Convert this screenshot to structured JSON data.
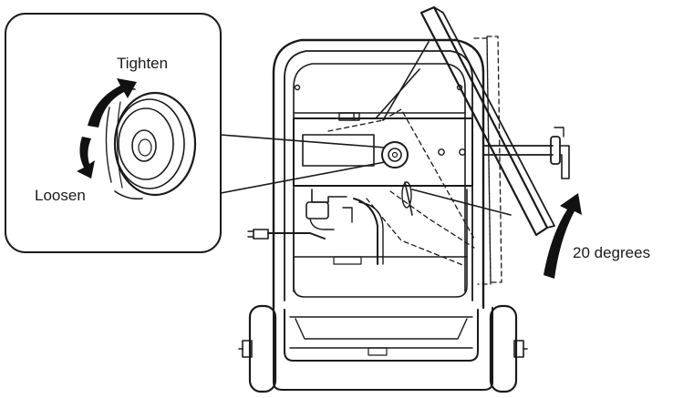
{
  "labels": {
    "tighten": "Tighten",
    "loosen": "Loosen",
    "angle": "20 degrees"
  },
  "colors": {
    "line": "#1a1a1a",
    "arrow": "#111111",
    "background": "#ffffff"
  },
  "icons": {
    "knob": "adjustment-knob-icon",
    "rotate_arrow": "curved-rotation-arrow-icon"
  }
}
